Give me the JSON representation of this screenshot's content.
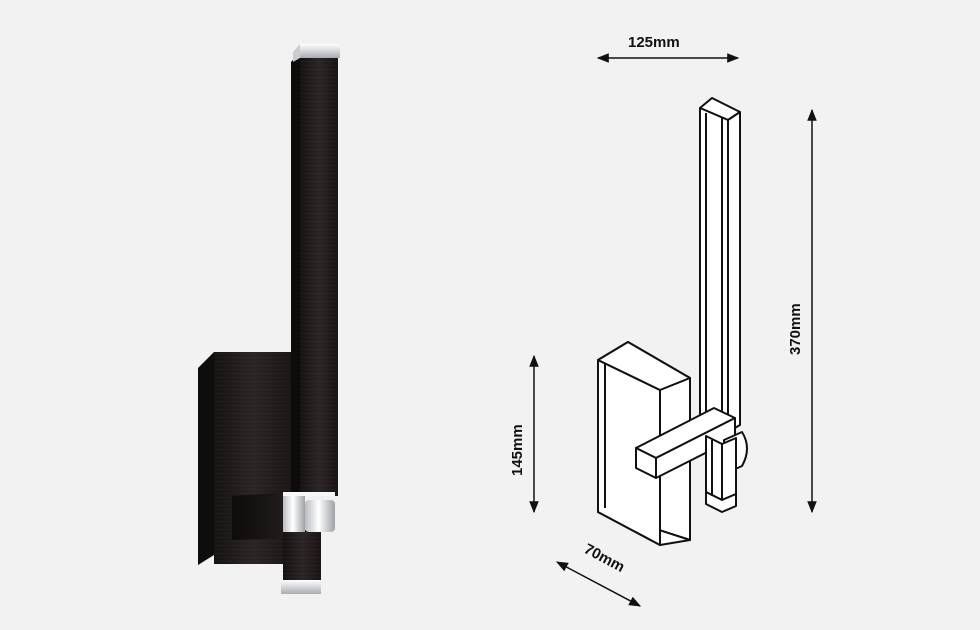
{
  "colors": {
    "background": "#f2f2f2",
    "wood_dark": "#1c1717",
    "wood_mid": "#2a2424",
    "chrome": "#e6e8ea",
    "line": "#111111"
  },
  "dimensions": {
    "width_top": "125mm",
    "height_total": "370mm",
    "height_base": "145mm",
    "depth": "70mm"
  }
}
